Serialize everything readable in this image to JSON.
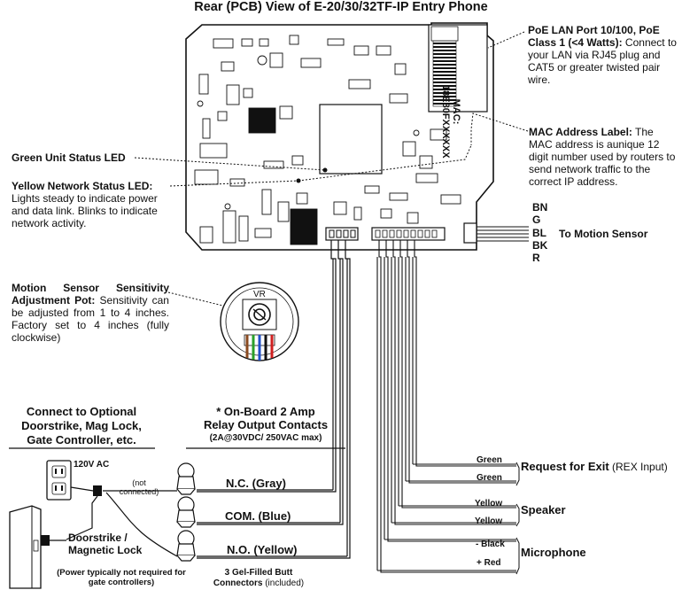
{
  "title": "Rear (PCB) View of E-20/30/32TF-IP Entry Phone",
  "poe": {
    "bold": "PoE LAN Port 10/100, PoE Class 1 (<4 Watts):",
    "text": " Connect to your LAN via RJ45 plug and CAT5 or greater twisted pair wire."
  },
  "mac_label_sticker": {
    "mac": "MAC:",
    "code": "18E80FXXXXXX"
  },
  "mac": {
    "bold": "MAC Address Label:",
    "text": " The MAC address is aunique 12 digit number used by routers to send network traffic to the correct IP address."
  },
  "green_led": "Green Unit Status LED",
  "yellow_led": {
    "bold": "Yellow Network Status LED:",
    "text": " Lights steady to indicate power and data link. Blinks to indicate network activity."
  },
  "motion_wires": [
    "BN",
    "G",
    "BL",
    "BK",
    "R"
  ],
  "to_motion_sensor": "To Motion Sensor",
  "motion_pot": {
    "bold": "Motion Sensor Sensitivity Adjustment Pot:",
    "text": " Sensitivity can be adjusted from 1 to 4 inches. Factory set to 4 inches (fully clockwise)"
  },
  "vr_label": "VR",
  "connect_optional": "Connect to Optional Doorstrike, Mag Lock, Gate Controller, etc.",
  "relay": {
    "line1": "* On-Board 2 Amp",
    "line2": "Relay Output Contacts",
    "line3": "(2A@30VDC/ 250VAC max)"
  },
  "ac_label": "120V AC",
  "not_connected": "(not connected)",
  "terminals": {
    "nc": "N.C. (Gray)",
    "com": "COM. (Blue)",
    "no": "N.O. (Yellow)"
  },
  "doorstrike": "Doorstrike / Magnetic Lock",
  "power_note": "(Power typically not required for gate controllers)",
  "butt_connectors": {
    "line1": "3 Gel-Filled Butt",
    "line2": "Connectors",
    "line3": "(included)"
  },
  "rex": {
    "wire1": "Green",
    "wire2": "Green",
    "label": "Request for Exit",
    "sub": " (REX Input)"
  },
  "speaker": {
    "wire1": "Yellow",
    "wire2": "Yellow",
    "label": "Speaker"
  },
  "mic": {
    "wire1": "- Black",
    "wire2": "+ Red",
    "label": "Microphone"
  }
}
